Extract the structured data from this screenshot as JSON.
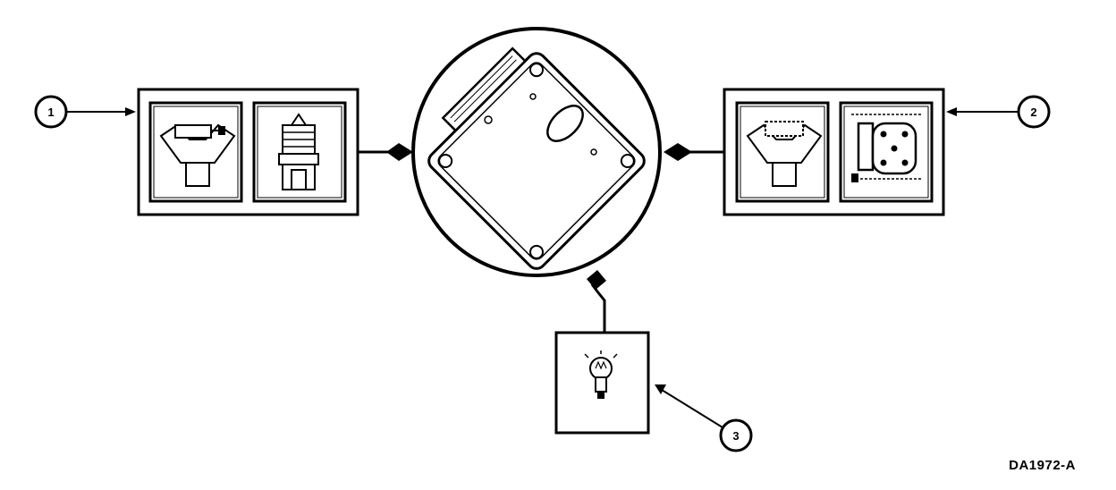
{
  "callouts": {
    "c1": "1",
    "c2": "2",
    "c3": "3"
  },
  "figure_id": "DA1972-A",
  "icons": {
    "left_box": [
      "wire-harness-connector-icon",
      "relay-icon"
    ],
    "right_box": [
      "wire-harness-connector-icon",
      "circuit-board-icon"
    ],
    "center": "control-module-icon",
    "bottom_box": "bulb-icon"
  },
  "colors": {
    "line": "#000000",
    "background": "#ffffff"
  }
}
